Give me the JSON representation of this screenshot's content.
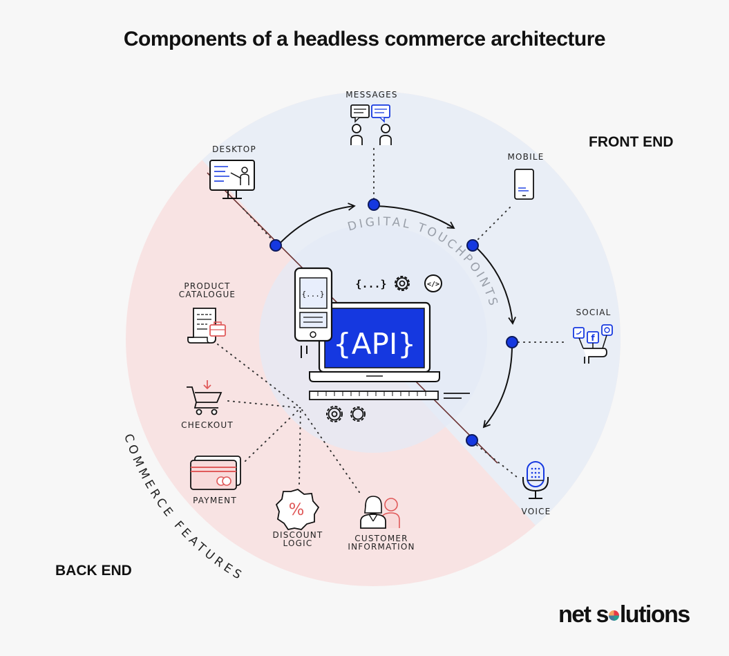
{
  "title": "Components of a headless commerce architecture",
  "regions": {
    "front_end": "FRONT END",
    "back_end": "BACK END"
  },
  "arc_labels": {
    "touchpoints": "DIGITAL TOUCHPOINTS",
    "features": "COMMERCE FEATURES"
  },
  "center": {
    "api": "{API}",
    "code_braces": "{...}",
    "code_tag": "</>"
  },
  "touchpoints": [
    {
      "label": "MESSAGES",
      "icon": "messages-icon"
    },
    {
      "label": "DESKTOP",
      "icon": "desktop-icon"
    },
    {
      "label": "MOBILE",
      "icon": "mobile-icon"
    },
    {
      "label": "SOCIAL",
      "icon": "social-icon"
    },
    {
      "label": "VOICE",
      "icon": "voice-icon"
    }
  ],
  "features": [
    {
      "line1": "PRODUCT",
      "line2": "CATALOGUE",
      "icon": "product-catalogue-icon"
    },
    {
      "line1": "CHECKOUT",
      "line2": "",
      "icon": "checkout-cart-icon"
    },
    {
      "line1": "PAYMENT",
      "line2": "",
      "icon": "payment-card-icon"
    },
    {
      "line1": "DISCOUNT",
      "line2": "LOGIC",
      "icon": "discount-badge-icon"
    },
    {
      "line1": "CUSTOMER",
      "line2": "INFORMATION",
      "icon": "customer-icon"
    }
  ],
  "logo": {
    "part1": "net s",
    "part2": "lutions"
  },
  "colors": {
    "front_end_bg": "#e9eef6",
    "back_end_bg": "#f8e3e3",
    "center_bg": "#e3eaf6",
    "accent_blue": "#1538e0",
    "accent_red": "#e05a5a",
    "ink": "#1a1a1a"
  }
}
